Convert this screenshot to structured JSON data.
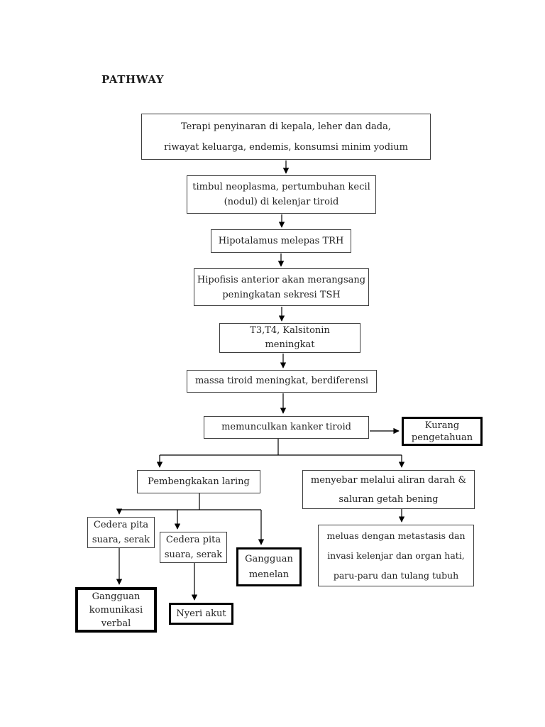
{
  "title": "PATHWAY",
  "boxes": {
    "terapi": {
      "lines": [
        "Terapi penyinaran di kepala, leher dan dada,",
        "riwayat keluarga, endemis, konsumsi minim yodium"
      ]
    },
    "timbul": {
      "lines": [
        "timbul neoplasma, pertumbuhan kecil",
        "(nodul) di kelenjar tiroid"
      ]
    },
    "hipotalamus": {
      "lines": [
        "Hipotalamus melepas TRH"
      ]
    },
    "hipofisis": {
      "lines": [
        "Hipofisis anterior akan merangsang",
        "peningkatan sekresi TSH"
      ]
    },
    "t3t4": {
      "lines": [
        "T3,T4, Kalsitonin",
        "meningkat"
      ]
    },
    "massa": {
      "lines": [
        "massa tiroid meningkat, berdiferensi"
      ]
    },
    "kanker": {
      "lines": [
        "memunculkan kanker tiroid"
      ]
    },
    "kurang": {
      "lines": [
        "Kurang",
        "pengetahuan"
      ]
    },
    "pembengkakan": {
      "lines": [
        "Pembengkakan laring"
      ]
    },
    "menyebar": {
      "lines": [
        "menyebar melalui aliran darah &",
        "saluran getah bening"
      ]
    },
    "cedera1": {
      "lines": [
        "Cedera pita",
        "suara, serak"
      ]
    },
    "cedera2": {
      "lines": [
        "Cedera pita",
        "suara, serak"
      ]
    },
    "menelan": {
      "lines": [
        "Gangguan",
        "menelan"
      ]
    },
    "meluas": {
      "lines": [
        "meluas dengan metastasis dan",
        "invasi kelenjar dan organ hati,",
        "paru-paru dan tulang tubuh"
      ]
    },
    "komunikasi": {
      "lines": [
        "Gangguan",
        "komunikasi",
        "verbal"
      ]
    },
    "nyeri": {
      "lines": [
        "Nyeri akut"
      ]
    }
  },
  "colors": {
    "line": "#000000",
    "box_border": "#3d3d3d",
    "bold_border": "#000000",
    "background": "#ffffff",
    "text": "#1f1f1f"
  }
}
